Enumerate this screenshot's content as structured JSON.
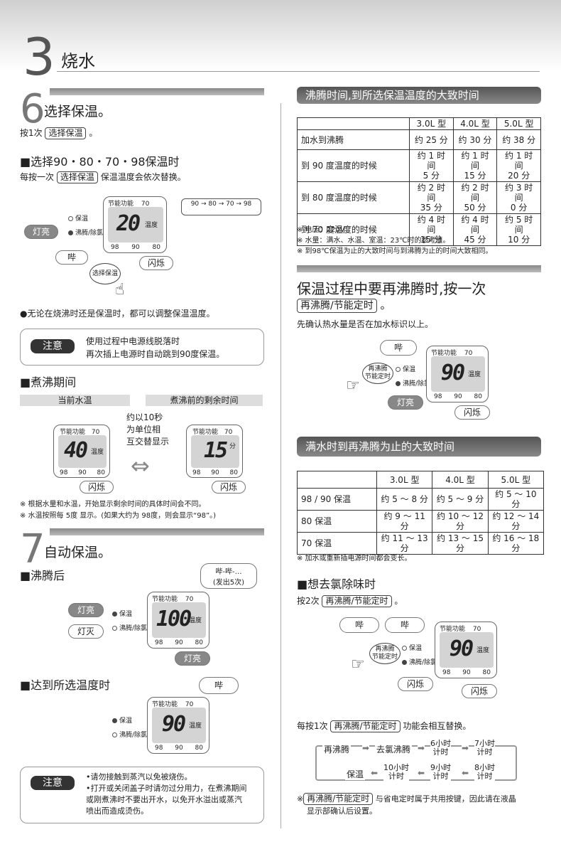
{
  "header": {
    "number": "3",
    "title": "烧水"
  },
  "s6": {
    "number": "6",
    "title": "选择保温。",
    "press": "按1次",
    "btn": "选择保温",
    "press_end": "。",
    "sub1": "■选择90・80・70・98保温时",
    "each": "每按一次",
    "each_tail": "保温温度会依次替换。",
    "cycle": "90 → 80 → 70 → 98",
    "lit": "灯亮",
    "beep": "哔",
    "flash": "闪烁",
    "keep": "保温",
    "boil_chl": "沸腾/除氯",
    "btn2": "选择保温",
    "eco": "节能功能",
    "seventy": "70",
    "d98": "98",
    "d90": "90",
    "d80": "80",
    "temp": "温度",
    "seg20": "20",
    "bullet": "●无论在烧沸时还是保温时，都可以调整保温温度。",
    "note_tag": "注意",
    "note1": "使用过程中电源线脱落时",
    "note2": "再次插上电源时自动跳到90度保温。",
    "sub2": "■煮沸期间",
    "bar_left": "当前水温",
    "bar_right": "煮沸前的剩余时间",
    "alt1": "约以10秒",
    "alt2": "为单位相",
    "alt3": "互交替显示",
    "seg40": "40",
    "seg15": "15",
    "min": "分",
    "fn1": "※ 根据水量和水温，开始显示剩余时间的具体时间会不同。",
    "fn2": "※ 水温按照每 5度 显示。(如果大约为 98度，则会显示“98”。)"
  },
  "s7": {
    "number": "7",
    "title": "自动保温。",
    "sub1": "■沸腾后",
    "beeps1": "哔-哔-…",
    "beeps2": "(发出5次)",
    "lit": "灯亮",
    "off": "灯灭",
    "seg100": "100",
    "sub2": "■达到所选温度时",
    "beep": "哔",
    "seg90": "90",
    "note_tag": "注意",
    "n1": "•请勿接触到蒸汽以免被烧伤。",
    "n2": "•打开或关闭盖子时请勿过分用力，在煮沸期间",
    "n3": "或刚煮沸时不要出开水，以免开水溢出或蒸汽",
    "n4": "喷出而造成烫伤。"
  },
  "table1": {
    "title": "沸腾时间,到所选保温温度的大致时间",
    "head": [
      "",
      "3.0L 型",
      "4.0L 型",
      "5.0L 型"
    ],
    "rows": [
      [
        "加水到沸腾",
        "约 25 分",
        "约 30 分",
        "约 38 分"
      ],
      [
        "到 90 度温度的时候",
        "约 1 时间\n5 分",
        "约 1 时间\n15 分",
        "约 1 时间\n20 分"
      ],
      [
        "到 80 度温度的时候",
        "约 2 时间\n35 分",
        "约 2 时间\n50 分",
        "约 3 时间\n0 分"
      ],
      [
        "到 70 度温度的时候",
        "约 4 时间\n15 分",
        "约 4 时间\n45 分",
        "约 5 时间\n10 分"
      ]
    ],
    "fn": [
      "※ 电压：220V",
      "※ 水量：满水、水温、室温：23℃时的参考值。",
      "※ 到98℃保温为止的大致时间与到沸腾为止的时间大致相同。"
    ]
  },
  "reboil": {
    "title": "保温过程中要再沸腾时,按一次",
    "btn": "再沸腾/节能定时",
    "end": "。",
    "check": "先确认热水量是否在加水标识以上。",
    "beep": "哔",
    "lit": "灯亮",
    "flash": "闪烁",
    "rb": "再沸腾\n节能定时"
  },
  "table2": {
    "title": "满水时到再沸腾为止的大致时间",
    "head": [
      "",
      "3.0L 型",
      "4.0L 型",
      "5.0L 型"
    ],
    "rows": [
      [
        "98 / 90 保温",
        "约 5 ～ 8 分",
        "约 5 ～ 9 分",
        "约 5 ～ 10 分"
      ],
      [
        "80 保温",
        "约 9 ～ 11 分",
        "约 10 ～ 12 分",
        "约 12 ～ 14 分"
      ],
      [
        "70 保温",
        "约 11 ～ 13 分",
        "约 13 ～ 15 分",
        "约 16 ～ 18 分"
      ]
    ],
    "fn": "※ 加水或重新插电源时间都会变长。"
  },
  "chlorine": {
    "title": "■想去氯除味时",
    "press": "按2次",
    "btn": "再沸腾/节能定时",
    "end": "。",
    "each": "每按1次",
    "each_tail": "功能会相互替换。",
    "cyc": [
      "再沸腾",
      "去氯沸腾",
      "6小时\n计时",
      "7小时\n计时",
      "8小时\n计时",
      "9小时\n计时",
      "10小时\n计时",
      "保温"
    ],
    "fn_head": "※",
    "fn_btn": "再沸腾/节能定时",
    "fn1": "与省电定时属于共用按键，因此请在液晶",
    "fn2": "显示部确认后设置。"
  }
}
